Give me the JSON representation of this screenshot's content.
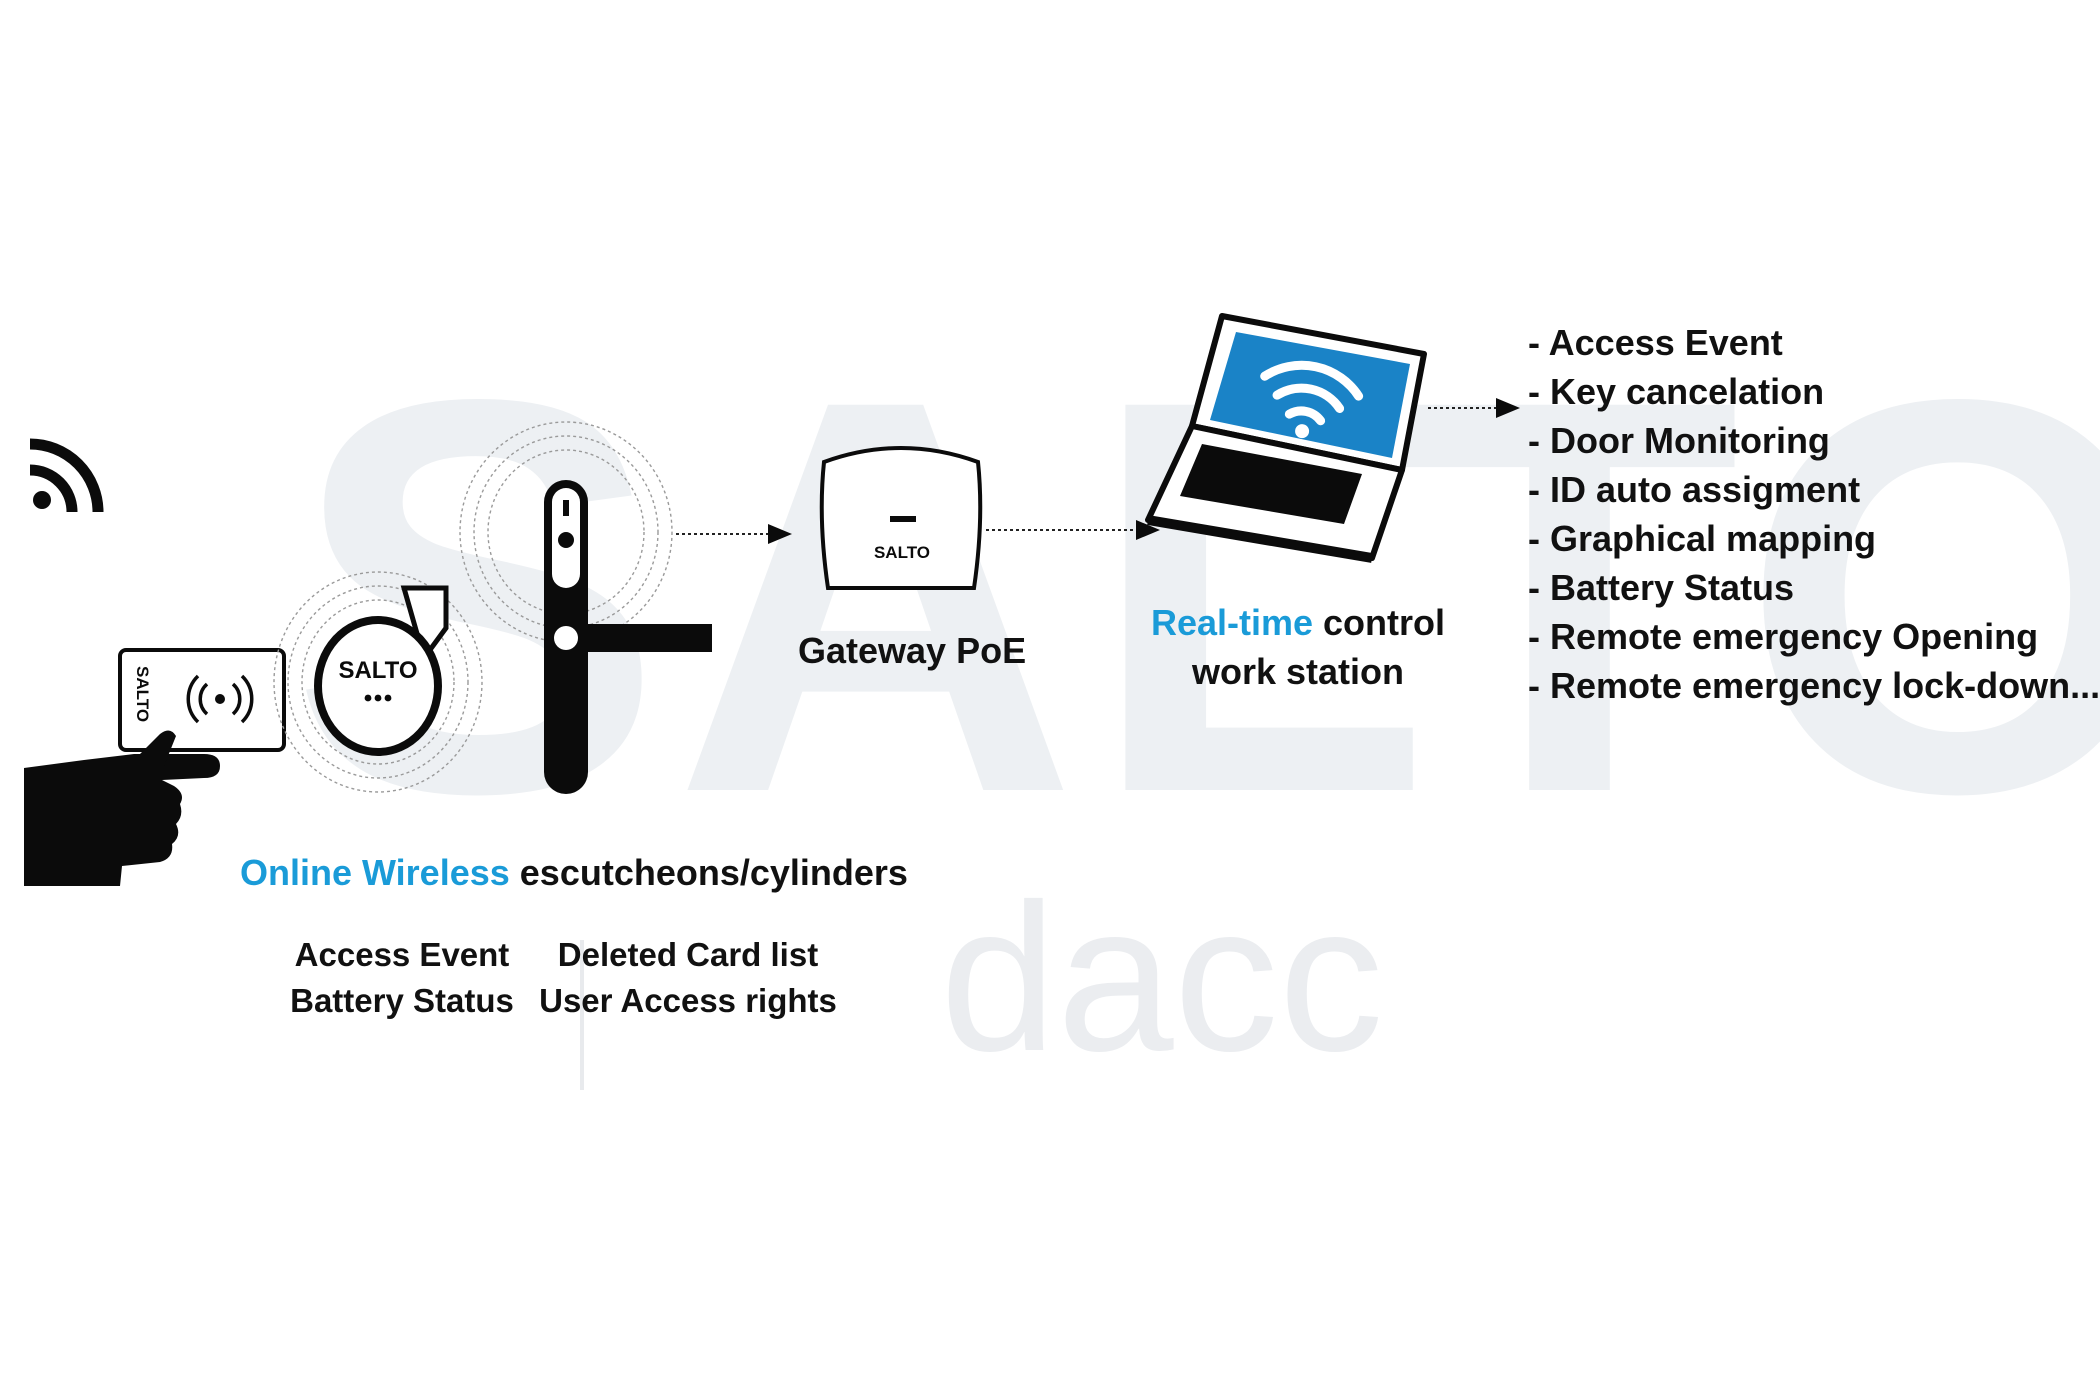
{
  "watermark": {
    "brand_text": "SALTO",
    "sub_text": "dacc"
  },
  "card": {
    "brand": "SALTO"
  },
  "fob": {
    "brand": "SALTO"
  },
  "gateway": {
    "brand": "SALTO",
    "label": "Gateway PoE"
  },
  "workstation": {
    "label_highlight": "Real-time",
    "label_rest": " control",
    "label_line2": "work station"
  },
  "devices": {
    "label_highlight": "Online Wireless",
    "label_rest": " escutcheons/cylinders",
    "info_left": [
      "Access Event",
      "Battery Status"
    ],
    "info_right": [
      "Deleted Card list",
      "User Access rights"
    ]
  },
  "features": [
    "- Access Event",
    "- Key cancelation",
    "- Door Monitoring",
    "- ID auto assigment",
    "- Graphical mapping",
    "- Battery Status",
    "- Remote emergency Opening",
    "- Remote emergency lock-down..."
  ],
  "colors": {
    "accent": "#1a9bd8",
    "ink": "#0b0b0b",
    "watermark": "#eceef1"
  },
  "icons": [
    "wireless-signal-icon",
    "hand-icon",
    "wifi-icon",
    "arrow-right-icon",
    "laptop-icon",
    "gateway-icon",
    "door-handle-icon",
    "key-fob-icon",
    "card-icon"
  ]
}
